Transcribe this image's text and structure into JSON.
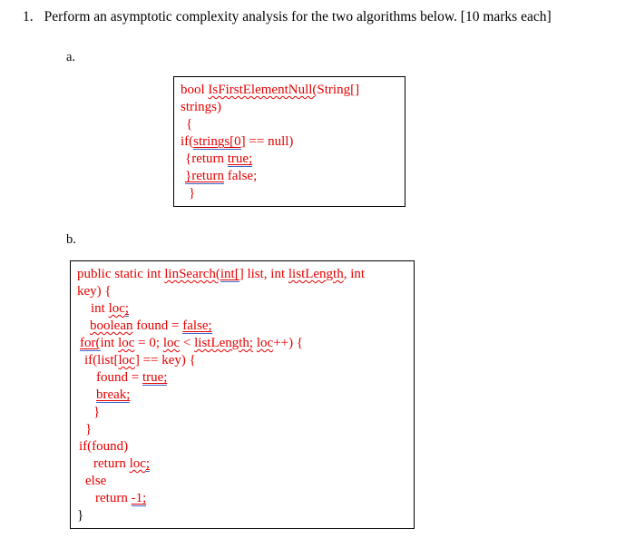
{
  "question": {
    "number": "1.",
    "text": "Perform an asymptotic complexity analysis for the two algorithms below. [10 marks each]"
  },
  "colors": {
    "code_red": "#e60000",
    "grammar_underline_blue": "#3b66cc",
    "ink_black": "#000000",
    "box_border": "#000000",
    "background": "#ffffff"
  },
  "parts": [
    {
      "label": "a.",
      "code_lines": [
        {
          "indent": 0,
          "segments": [
            {
              "text": "bool ",
              "mark": "none"
            },
            {
              "text": "IsFirstElementNull(",
              "mark": "spell"
            },
            {
              "text": "String[]",
              "mark": "none"
            }
          ]
        },
        {
          "indent": 0,
          "segments": [
            {
              "text": "strings)",
              "mark": "none"
            }
          ]
        },
        {
          "indent": 6,
          "segments": [
            {
              "text": "{",
              "mark": "none"
            }
          ]
        },
        {
          "indent": 0,
          "segments": [
            {
              "text": "if(",
              "mark": "none"
            },
            {
              "text": "strings[0",
              "mark": "grammar"
            },
            {
              "text": "] == null)",
              "mark": "none"
            }
          ]
        },
        {
          "indent": 5,
          "segments": [
            {
              "text": "{return ",
              "mark": "none"
            },
            {
              "text": "true;",
              "mark": "grammar"
            }
          ]
        },
        {
          "indent": 5,
          "segments": [
            {
              "text": "}return",
              "mark": "grammar"
            },
            {
              "text": " false;",
              "mark": "none"
            }
          ]
        },
        {
          "indent": 9,
          "segments": [
            {
              "text": "}",
              "mark": "none"
            }
          ]
        }
      ]
    },
    {
      "label": "b.",
      "code_lines": [
        {
          "indent": 0,
          "segments": [
            {
              "text": "public static int ",
              "mark": "none"
            },
            {
              "text": "linSearch(",
              "mark": "spell"
            },
            {
              "text": "int[",
              "mark": "grammar"
            },
            {
              "text": "] list, int ",
              "mark": "none"
            },
            {
              "text": "listLength",
              "mark": "spell"
            },
            {
              "text": ", int",
              "mark": "none"
            }
          ]
        },
        {
          "indent": 0,
          "segments": [
            {
              "text": "key) {",
              "mark": "none"
            }
          ]
        },
        {
          "indent": 15,
          "segments": [
            {
              "text": "int ",
              "mark": "none"
            },
            {
              "text": "loc",
              "mark": "spell"
            },
            {
              "text": ";",
              "mark": "grammar"
            }
          ]
        },
        {
          "indent": 14,
          "segments": [
            {
              "text": "boolean",
              "mark": "spell"
            },
            {
              "text": " found = ",
              "mark": "none"
            },
            {
              "text": "false;",
              "mark": "grammar"
            }
          ]
        },
        {
          "indent": 3,
          "segments": [
            {
              "text": "for(",
              "mark": "grammar"
            },
            {
              "text": "int ",
              "mark": "none"
            },
            {
              "text": "loc",
              "mark": "spell"
            },
            {
              "text": " = 0; ",
              "mark": "none"
            },
            {
              "text": "loc",
              "mark": "spell"
            },
            {
              "text": " < ",
              "mark": "none"
            },
            {
              "text": "listLength;",
              "mark": "spell"
            },
            {
              "text": " ",
              "mark": "none"
            },
            {
              "text": "loc",
              "mark": "spell"
            },
            {
              "text": "++) {",
              "mark": "none"
            }
          ]
        },
        {
          "indent": 8,
          "segments": [
            {
              "text": "if(list[",
              "mark": "none"
            },
            {
              "text": "loc",
              "mark": "spell"
            },
            {
              "text": "] == key) {",
              "mark": "none"
            }
          ]
        },
        {
          "indent": 21,
          "segments": [
            {
              "text": "found = ",
              "mark": "none"
            },
            {
              "text": "true;",
              "mark": "grammar"
            }
          ]
        },
        {
          "indent": 21,
          "segments": [
            {
              "text": "break;",
              "mark": "grammar"
            }
          ]
        },
        {
          "indent": 18,
          "segments": [
            {
              "text": "}",
              "mark": "none"
            }
          ]
        },
        {
          "indent": 9,
          "segments": [
            {
              "text": "}",
              "mark": "none"
            }
          ]
        },
        {
          "indent": 2,
          "segments": [
            {
              "text": "if(found)",
              "mark": "none"
            }
          ]
        },
        {
          "indent": 18,
          "segments": [
            {
              "text": "return ",
              "mark": "none"
            },
            {
              "text": "loc",
              "mark": "spell"
            },
            {
              "text": ";",
              "mark": "grammar"
            }
          ]
        },
        {
          "indent": 9,
          "segments": [
            {
              "text": "else",
              "mark": "none"
            }
          ]
        },
        {
          "indent": 20,
          "segments": [
            {
              "text": "return ",
              "mark": "none"
            },
            {
              "text": "-1;",
              "mark": "grammar"
            }
          ]
        },
        {
          "indent": 0,
          "segments": [
            {
              "text": "}",
              "mark": "none",
              "color": "black"
            }
          ]
        }
      ]
    }
  ]
}
